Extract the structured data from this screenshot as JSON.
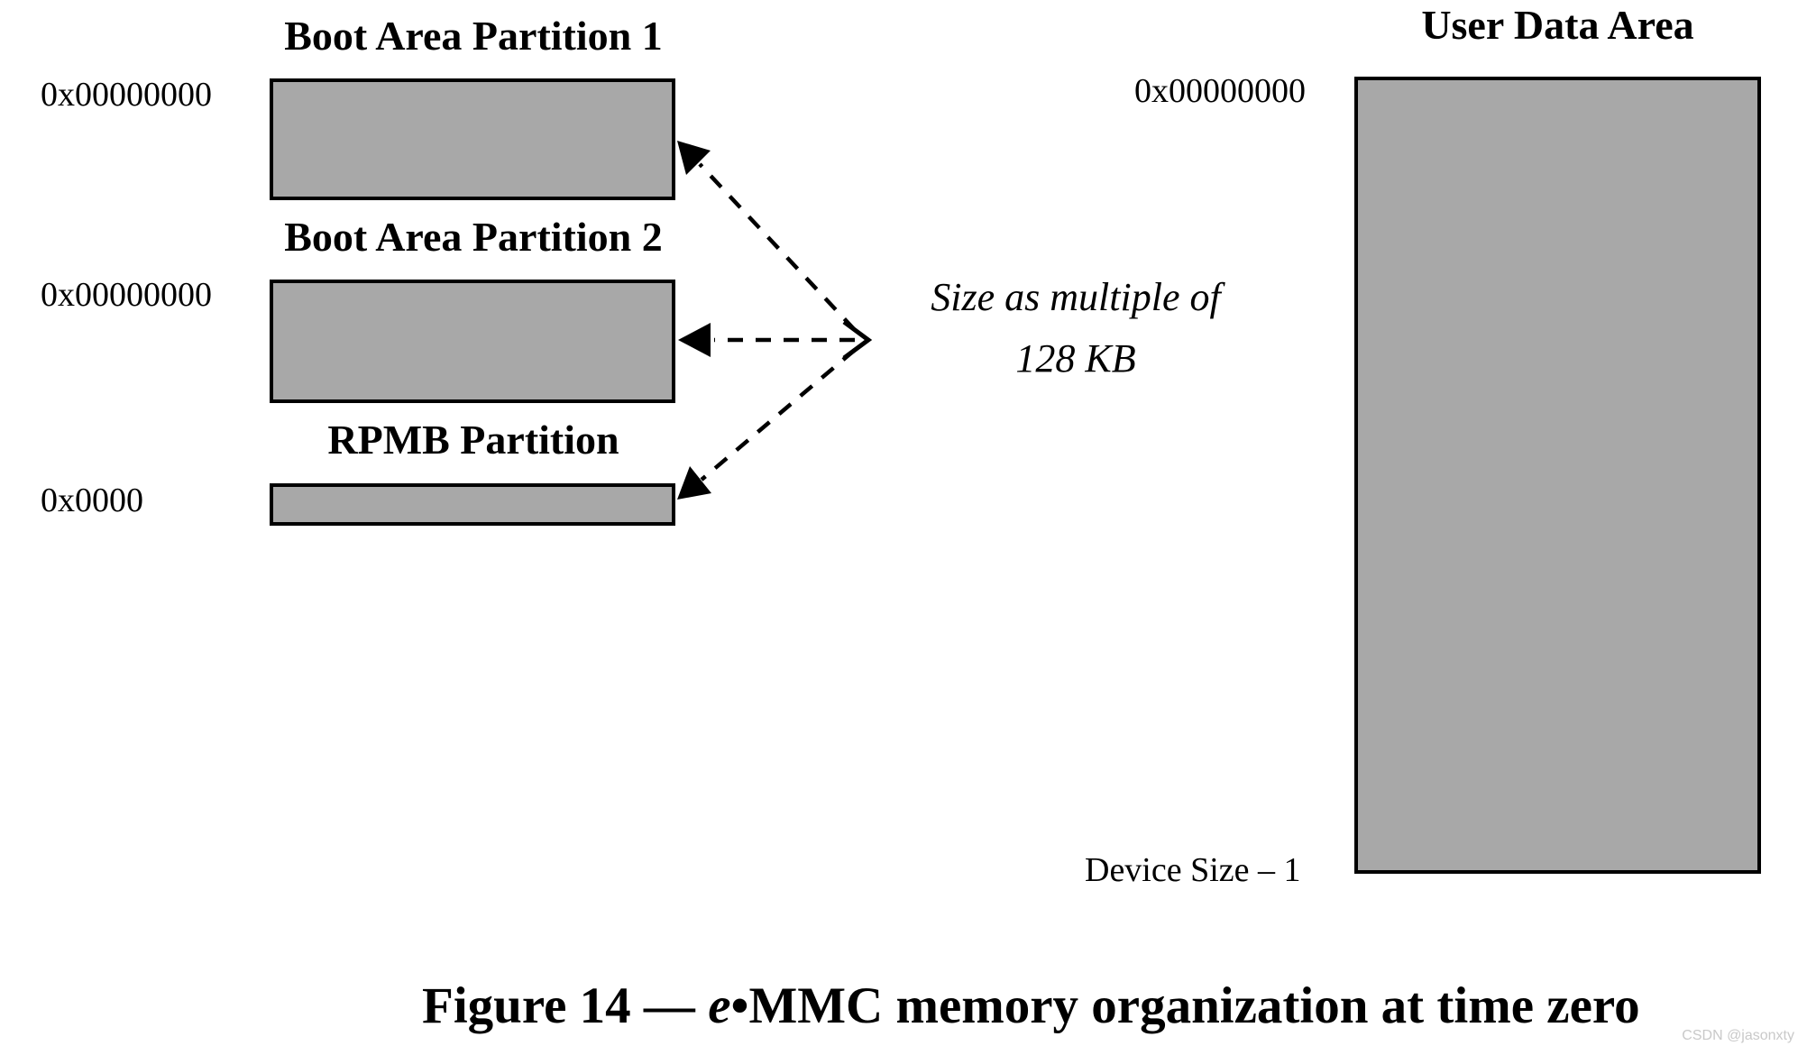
{
  "figure": {
    "boot1": {
      "title": "Boot Area Partition 1",
      "address": "0x00000000"
    },
    "boot2": {
      "title": "Boot Area Partition 2",
      "address": "0x00000000"
    },
    "rpmb": {
      "title": "RPMB Partition",
      "address": "0x0000"
    },
    "user": {
      "title": "User Data Area",
      "address_top": "0x00000000",
      "address_bottom": "Device Size – 1"
    },
    "size_note": {
      "line1": "Size as multiple of",
      "line2": "128 KB"
    },
    "caption": {
      "prefix": "Figure 14 — ",
      "emphasis": "e",
      "rest": "•MMC memory organization at time zero"
    },
    "watermark": "CSDN @jasonxty",
    "colors": {
      "partition_fill": "#a8a8a8",
      "border": "#000000",
      "arrow": "#000000",
      "watermark": "#c9c9c9",
      "background": "#ffffff"
    }
  }
}
